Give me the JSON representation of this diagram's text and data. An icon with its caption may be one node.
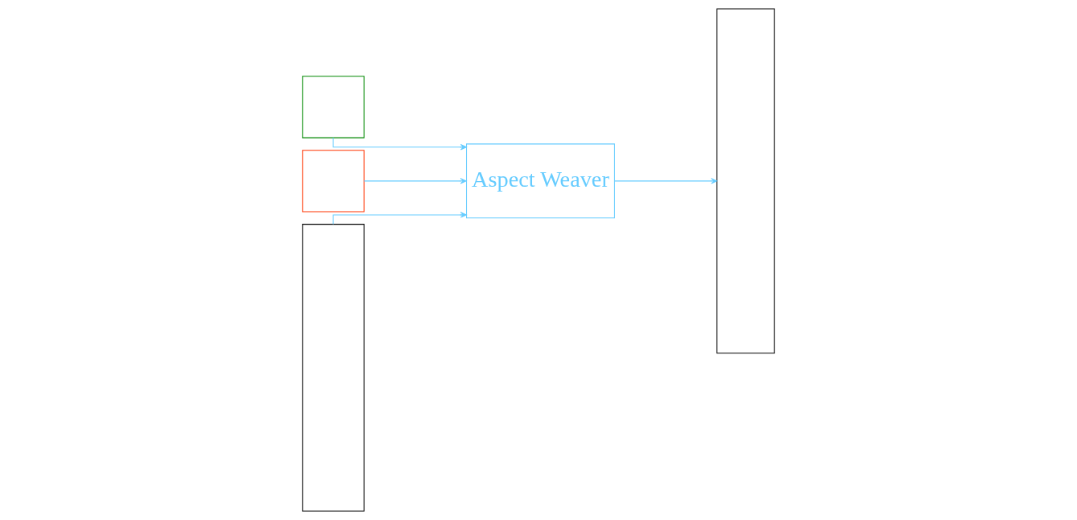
{
  "diagram": {
    "nodes": [
      {
        "text": [],
        "shape": "box"
      },
      {
        "text": [],
        "shape": "box"
      },
      {
        "text": [],
        "shape": "box"
      },
      {
        "text": [
          "Aspect Weaver"
        ]
      },
      {
        "text": [],
        "shape": "box"
      }
    ],
    "edges": [
      {
        "from": 1,
        "to": 3,
        "arrow": "to"
      },
      {
        "from": 2,
        "to": 3,
        "arrow": "to"
      },
      {
        "from": 0,
        "to": 3,
        "arrow": "to"
      },
      {
        "from": 3,
        "to": 4,
        "arrow": "to"
      }
    ]
  }
}
